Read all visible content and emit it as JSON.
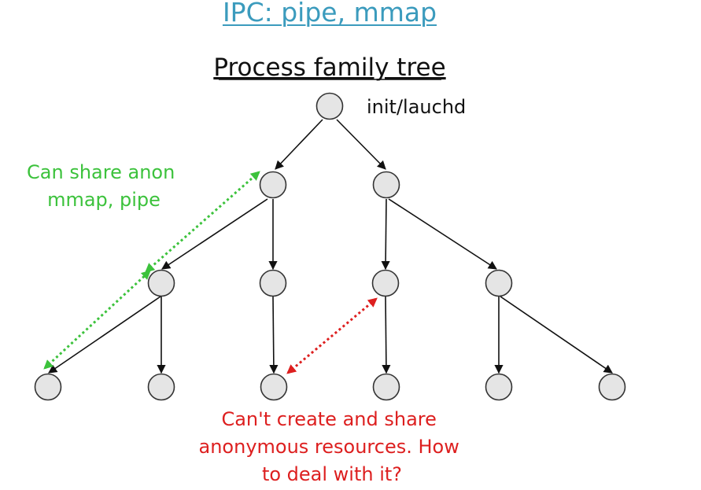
{
  "title": "IPC: pipe, mmap",
  "diagram": {
    "subtitle": "Process family tree",
    "root_label": "init/lauchd",
    "can_share_note": [
      "Can share anon",
      "mmap, pipe"
    ],
    "cannot_share_note": [
      "Can't create and share",
      "anonymous resources. How",
      "to deal with it?"
    ],
    "colors": {
      "title": "#3b9bbd",
      "can_share": "#3cc23c",
      "cannot_share": "#dd1f1f",
      "node_fill": "#e5e5e5",
      "edge": "#111111"
    }
  }
}
